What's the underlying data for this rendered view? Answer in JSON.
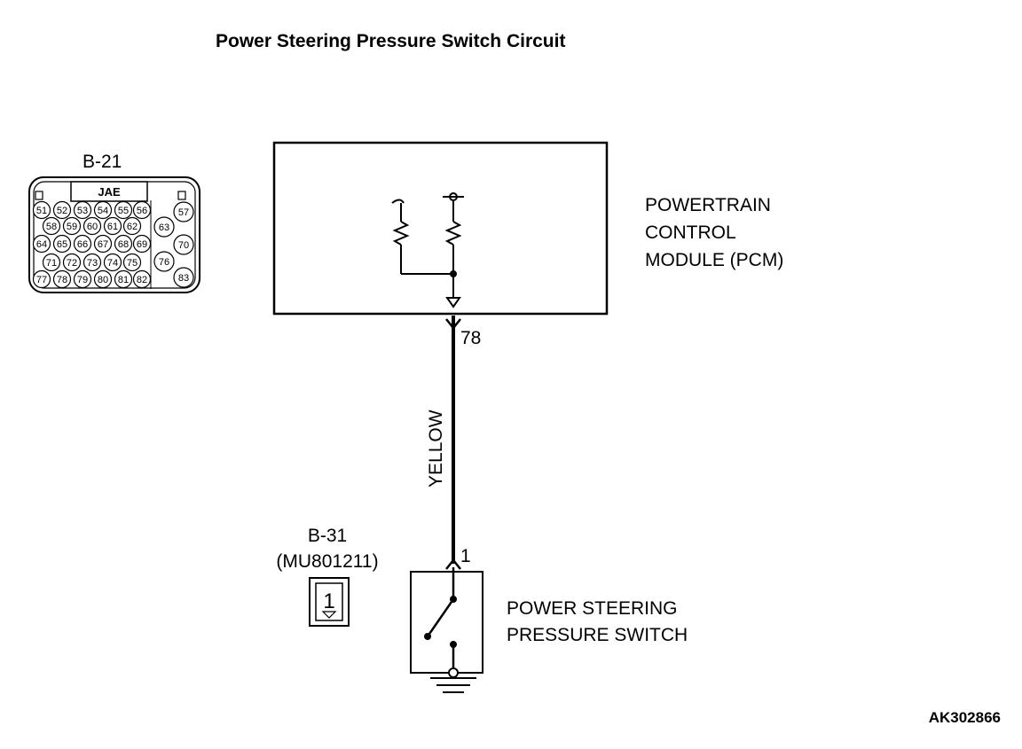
{
  "title": "Power Steering Pressure Switch Circuit",
  "connector_b21": {
    "id": "B-21",
    "maker": "JAE",
    "pins": [
      "51",
      "52",
      "53",
      "54",
      "55",
      "56",
      "57",
      "58",
      "59",
      "60",
      "61",
      "62",
      "63",
      "64",
      "65",
      "66",
      "67",
      "68",
      "69",
      "70",
      "71",
      "72",
      "73",
      "74",
      "75",
      "76",
      "77",
      "78",
      "79",
      "80",
      "81",
      "82",
      "83"
    ]
  },
  "pcm": {
    "label_lines": [
      "POWERTRAIN",
      "CONTROL",
      "MODULE (PCM)"
    ],
    "terminal": "78"
  },
  "wire": {
    "color_label": "YELLOW"
  },
  "connector_b31": {
    "id": "B-31",
    "part_number": "(MU801211)",
    "pin": "1"
  },
  "switch": {
    "label_lines": [
      "POWER STEERING",
      "PRESSURE SWITCH"
    ],
    "terminal": "1"
  },
  "figure_ref": "AK302866"
}
